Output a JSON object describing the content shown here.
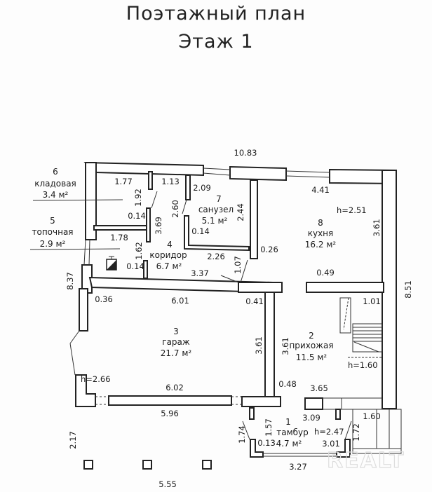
{
  "title": {
    "line1": "Поэтажный план",
    "line2": "Этаж 1"
  },
  "rooms": [
    {
      "number": "1",
      "name": "тамбур",
      "area": "4.7 м²"
    },
    {
      "number": "2",
      "name": "прихожая",
      "area": "11.5 м²"
    },
    {
      "number": "3",
      "name": "гараж",
      "area": "21.7 м²"
    },
    {
      "number": "4",
      "name": "коридор",
      "area": "6.7 м²"
    },
    {
      "number": "5",
      "name": "топочная",
      "area": "2.9 м²"
    },
    {
      "number": "6",
      "name": "кладовая",
      "area": "3.4 м²"
    },
    {
      "number": "7",
      "name": "санузел",
      "area": "5.1 м²"
    },
    {
      "number": "8",
      "name": "кухня",
      "area": "16.2 м²"
    }
  ],
  "heights": [
    "h=2.51",
    "h=1.60",
    "h=2.66",
    "h=2.47"
  ],
  "dims": [
    "10.83",
    "1.77",
    "1.13",
    "2.09",
    "4.41",
    "1.92",
    "2.60",
    "2.44",
    "3.69",
    "3.61",
    "0.14",
    "0.14",
    "1.78",
    "1.62",
    "0.26",
    "2.26",
    "0.14",
    "3.37",
    "1.07",
    "0.49",
    "8.37",
    "0.36",
    "6.01",
    "0.41",
    "1.01",
    "8.51",
    "3.61",
    "3.61",
    "6.02",
    "0.48",
    "3.65",
    "5.96",
    "3.09",
    "1.60",
    "1.74",
    "1.57",
    "1.72",
    "0.13",
    "3.01",
    "3.27",
    "2.17",
    "5.55"
  ],
  "watermark": "REALT"
}
